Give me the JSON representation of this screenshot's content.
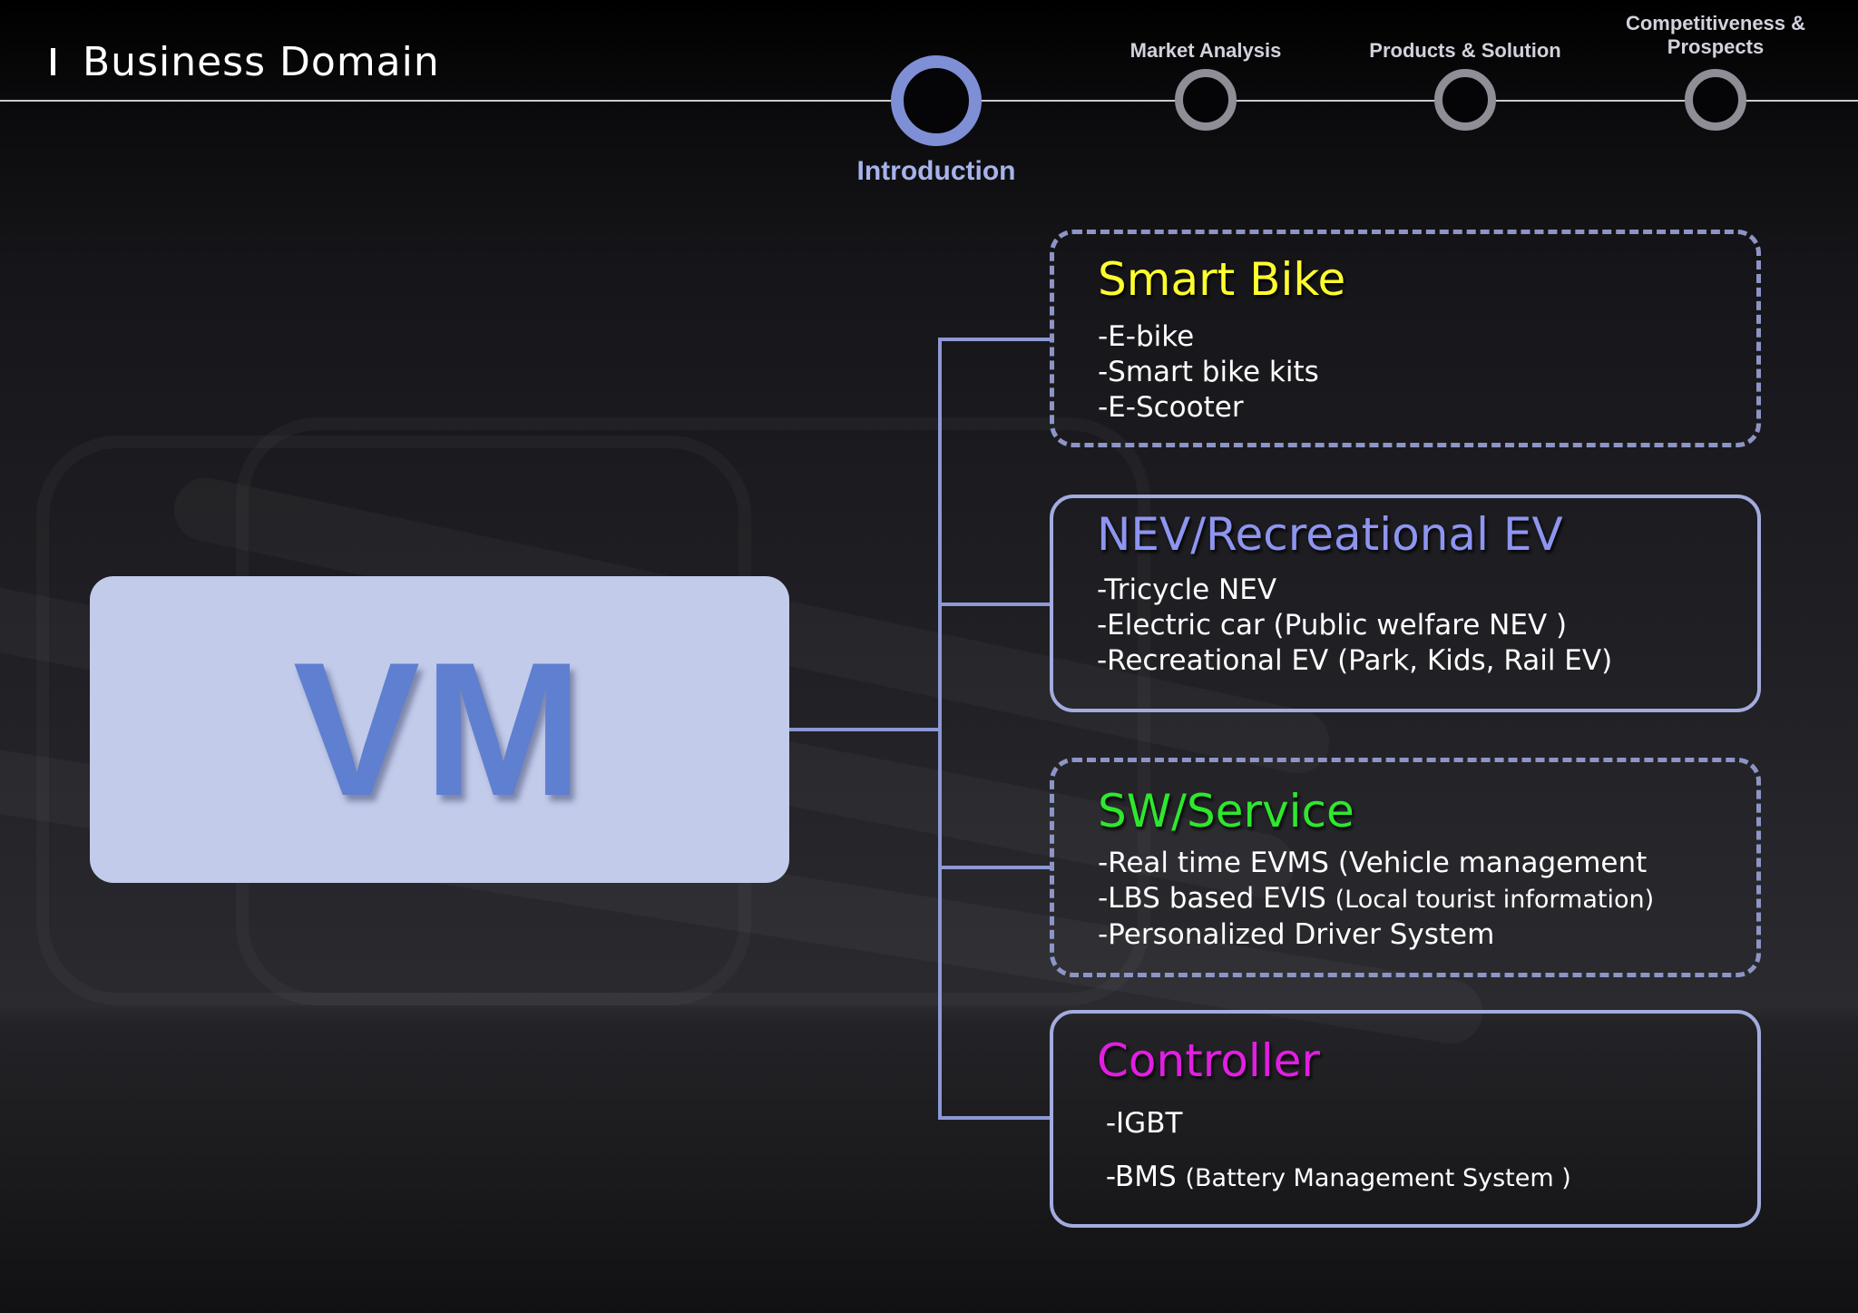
{
  "header": {
    "title": "Business Domain"
  },
  "steps": [
    {
      "label": "Introduction",
      "active": true
    },
    {
      "label": "Market Analysis",
      "active": false
    },
    {
      "label": "Products & Solution",
      "active": false
    },
    {
      "label": "Competitiveness & Prospects",
      "active": false
    }
  ],
  "root": {
    "label": "VM"
  },
  "domains": [
    {
      "title": "Smart Bike",
      "title_color": "#ffff2e",
      "border": "dashed",
      "items": [
        "-E-bike",
        "-Smart bike kits",
        "-E-Scooter"
      ]
    },
    {
      "title": "NEV/Recreational EV",
      "title_color": "#8e95f0",
      "border": "solid",
      "items": [
        "-Tricycle NEV",
        "-Electric car (Public welfare NEV )",
        "-Recreational EV (Park, Kids, Rail EV)"
      ]
    },
    {
      "title": "SW/Service",
      "title_color": "#2ee82e",
      "border": "dashed",
      "items": [
        {
          "main": "-Real time EVMS (Vehicle management",
          "note": ""
        },
        {
          "main": "-LBS based EVIS ",
          "note": "(Local tourist information)"
        },
        {
          "main": "-Personalized Driver System",
          "note": ""
        }
      ]
    },
    {
      "title": "Controller",
      "title_color": "#e21ee2",
      "border": "solid",
      "items": [
        {
          "main": " -IGBT",
          "note": ""
        },
        {
          "main": " -BMS ",
          "note": "(Battery Management System )"
        }
      ]
    }
  ]
}
